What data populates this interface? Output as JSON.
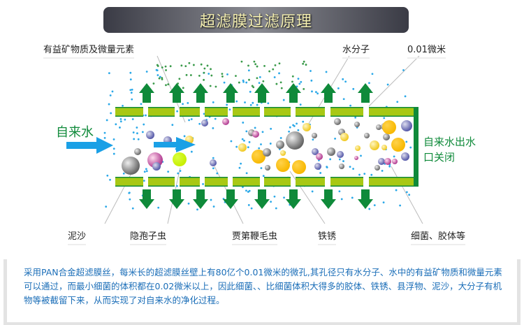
{
  "title": "超滤膜过滤原理",
  "labels": {
    "minerals": "有益矿物质及微量元素",
    "water_molecule": "水分子",
    "pore_size": "0.01微米",
    "tap_water": "自来水",
    "outlet_closed_line1": "自来水出水",
    "outlet_closed_line2": "口关闭",
    "sediment": "泥沙",
    "cryptosporidium": "隐孢子虫",
    "giardia": "贾第鞭毛虫",
    "rust": "铁锈",
    "bacteria_colloid": "细菌、胶体等"
  },
  "description": "采用PAN合金超滤膜丝，每米长的超滤膜丝壁上有80亿个0.01微米的微孔,其孔径只有水分子、水中的有益矿物质和微量元素可以通过，而最小细菌的体积都在0.02微米以上，因此细菌、、比细菌体积大得多的胶体、铁锈、县浮物、泥沙，大分子有机物等被截留下来，从而实现了对自来水的净化过程。",
  "colors": {
    "membrane": "#a8c814",
    "arrow": "#0f8a3a",
    "flow": "#1aa0e6",
    "text_blue": "#1b6eb8"
  }
}
